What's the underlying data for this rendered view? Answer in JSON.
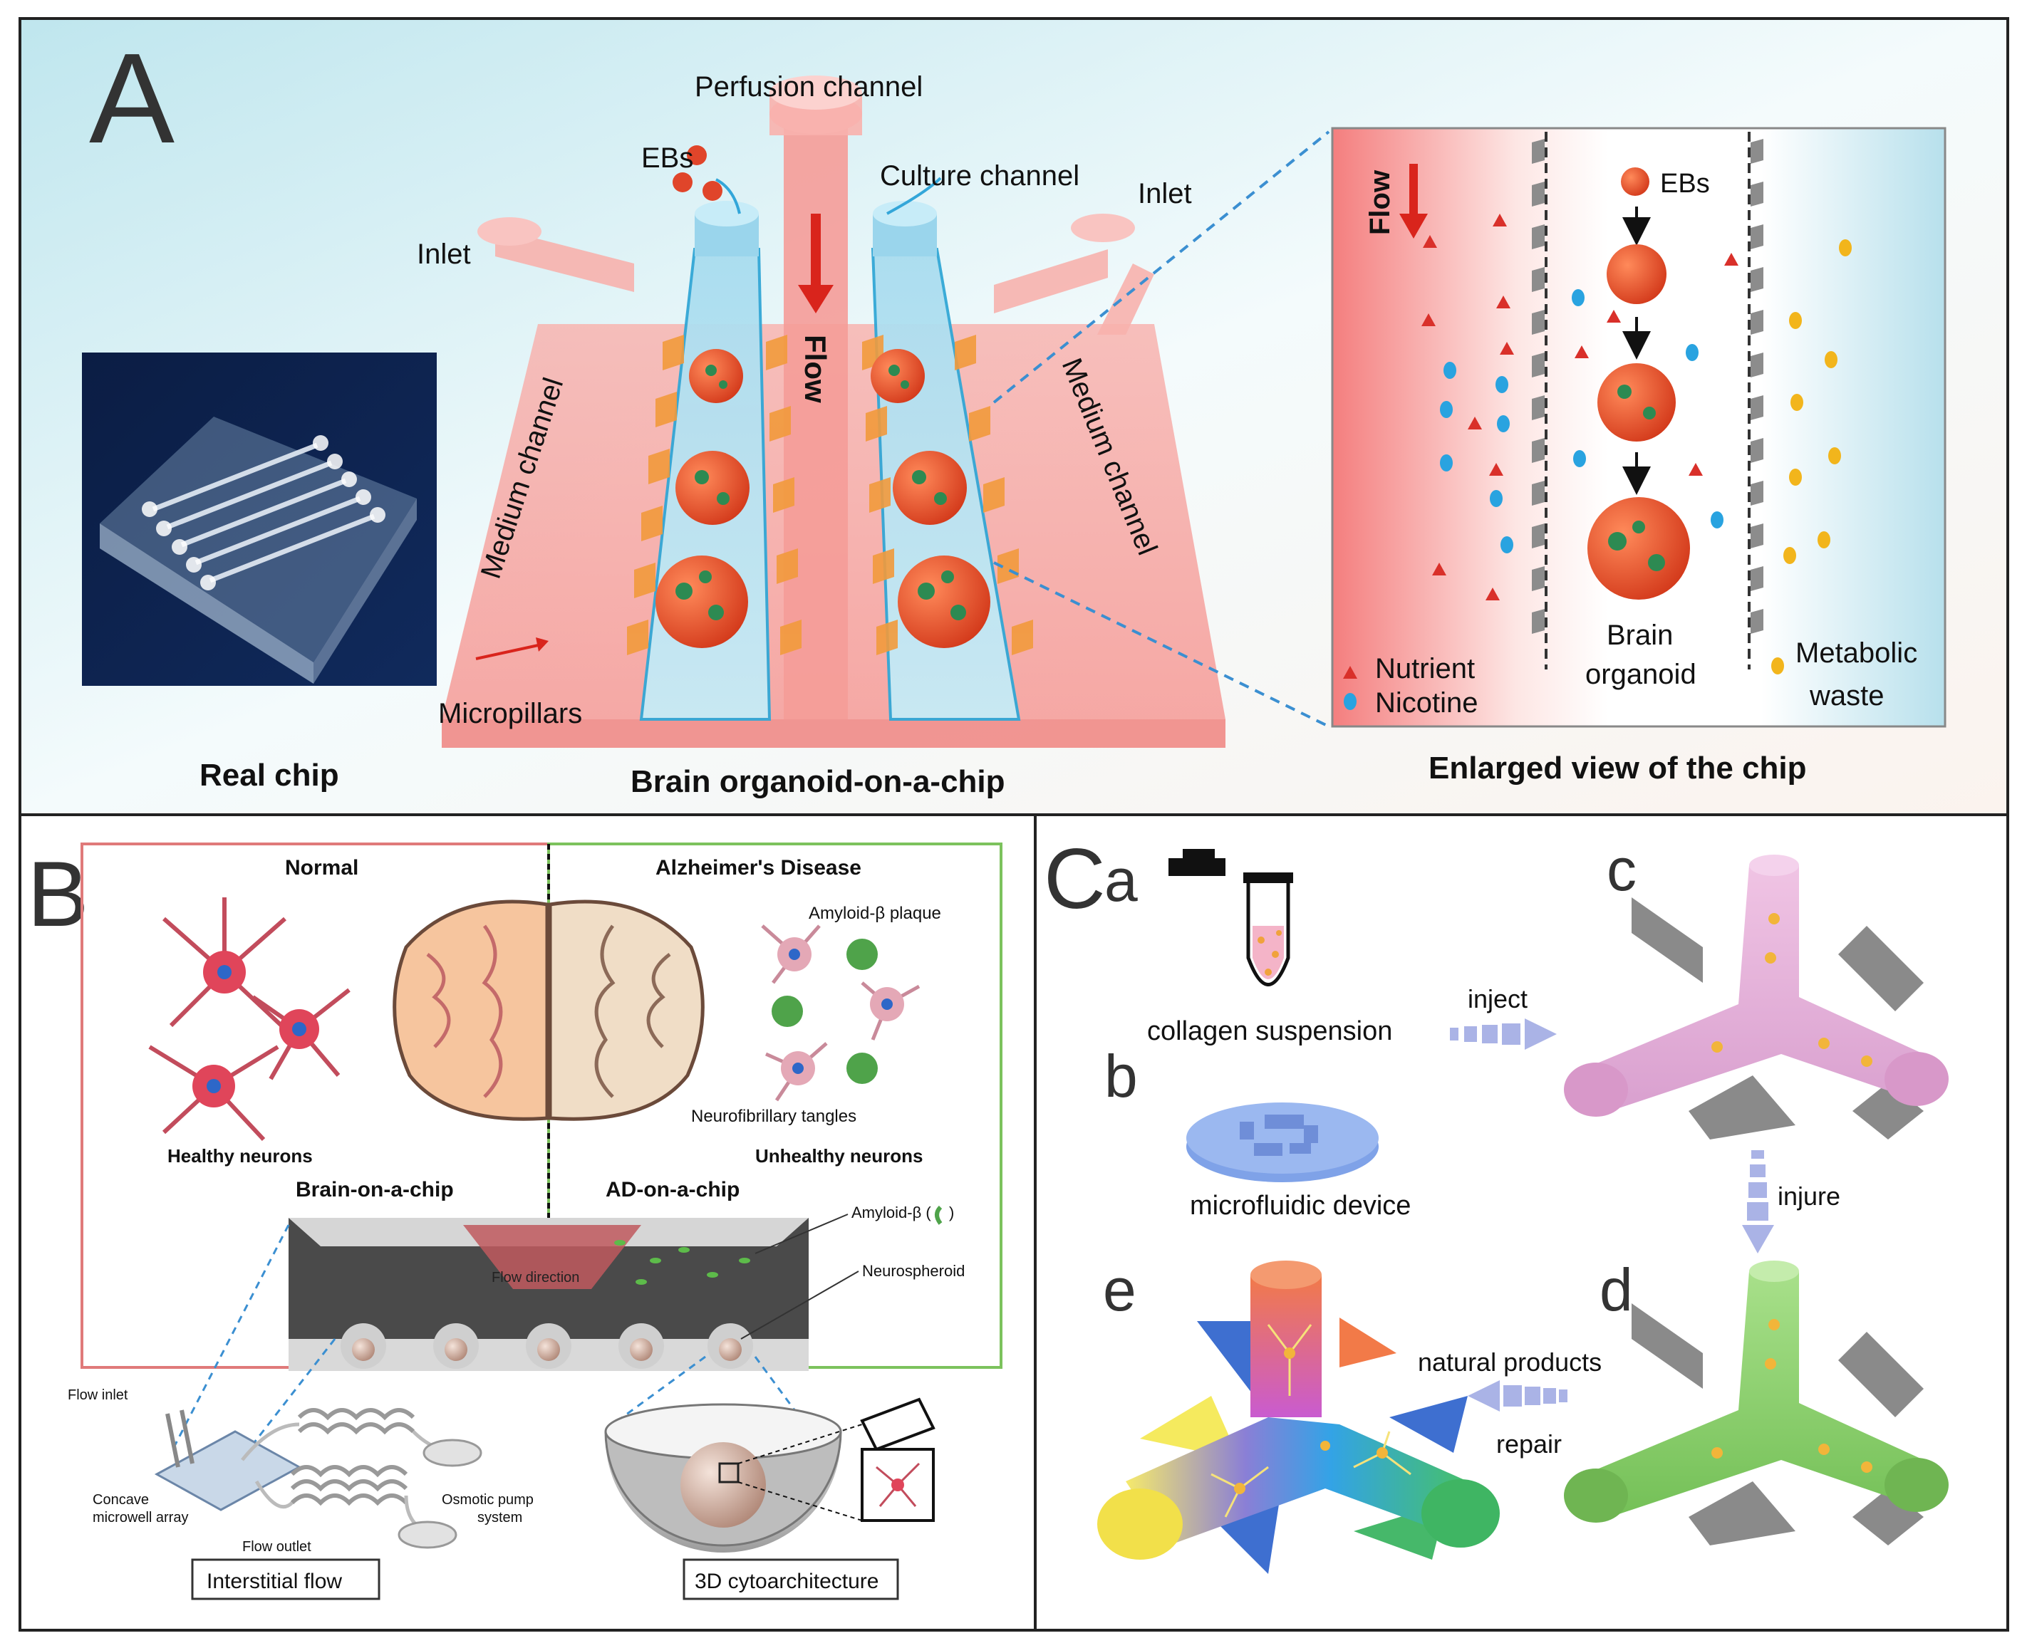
{
  "panelA": {
    "letter": "A",
    "real_chip": "Real chip",
    "main_title": "Brain organoid-on-a-chip",
    "enlarged_title": "Enlarged view of the chip",
    "perfusion": "Perfusion channel",
    "ebs": "EBs",
    "culture": "Culture channel",
    "inlet_left": "Inlet",
    "inlet_right": "Inlet",
    "flow_center": "Flow",
    "medium_left": "Medium channel",
    "medium_right": "Medium channel",
    "micropillars": "Micropillars",
    "enlarged": {
      "flow": "Flow",
      "ebs": "EBs",
      "brain": "Brain",
      "organoid": "organoid",
      "nutrient": "Nutrient",
      "nicotine": "Nicotine",
      "metabolic": "Metabolic",
      "waste": "waste"
    },
    "colors": {
      "nutrient": "#d9302a",
      "nicotine": "#29a3e0",
      "waste": "#f2b51c",
      "flow_arrow": "#d9241c"
    }
  },
  "panelB": {
    "letter": "B",
    "normal": "Normal",
    "ad": "Alzheimer's Disease",
    "amyloid_plaque": "Amyloid-β plaque",
    "tangles": "Neurofibrillary tangles",
    "healthy": "Healthy neurons",
    "unhealthy": "Unhealthy neurons",
    "brain_chip": "Brain-on-a-chip",
    "ad_chip": "AD-on-a-chip",
    "amyloid_b": "Amyloid-β (",
    "amyloid_b_close": ")",
    "neurospheroid": "Neurospheroid",
    "flow_direction": "Flow direction",
    "flow_inlet": "Flow inlet",
    "concave": "Concave",
    "microwell": "microwell array",
    "flow_outlet": "Flow outlet",
    "osmotic": "Osmotic pump",
    "system": "system",
    "interstitial": "Interstitial flow",
    "cyto": "3D cytoarchitecture"
  },
  "panelC": {
    "letter": "C",
    "a": "a",
    "b": "b",
    "c": "c",
    "d": "d",
    "e": "e",
    "collagen": "collagen suspension",
    "inject": "inject",
    "microfluidic": "microfluidic device",
    "injure": "injure",
    "natural": "natural products",
    "repair": "repair"
  }
}
